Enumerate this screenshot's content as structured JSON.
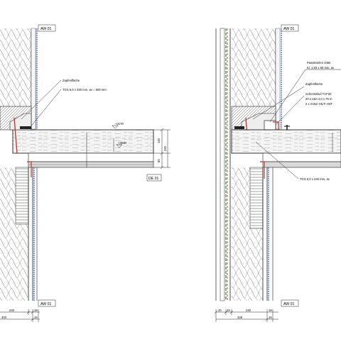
{
  "tags": {
    "wall_left_top": "AW 01",
    "wall_left_bottom": "AW 01",
    "deck_left": "DE 01",
    "wall_right_top": "AW 01",
    "wall_right_bottom": "AW 01"
  },
  "left_detail": {
    "callout_1": "Zapfenfläche",
    "callout_2": "TGS 6,0 x 240 mm, av = 500 mm",
    "level_top": "+3170",
    "level_mid": "+3030",
    "dim_right": [
      "140",
      "80",
      "220"
    ],
    "dim_bottom_row1": [
      "240",
      "18"
    ],
    "dim_bottom_row2": [
      "403",
      "15"
    ]
  },
  "right_detail": {
    "callout_osb_1": "Passstreifen OSB",
    "callout_osb_2": "Kl. 1.83 x 50 mm, av",
    "callout_zapfen": "Zapfenfläche",
    "callout_angle_1": "Scherwinkel TCF20",
    "callout_angle_2": "20 x LBA 4,0 x 75 m",
    "callout_angle_3": "2 x Anker HILTI HST",
    "callout_tgs": "TGS 6,0 x 240 mm, av",
    "dim_bottom_row1": [
      "40",
      "15",
      "240",
      "18"
    ],
    "dim_bottom_row2": [
      "328",
      "15"
    ]
  },
  "colors": {
    "insulation_red": "#c0392b",
    "membrane_blue": "#3b5bd6",
    "green_layer": "#2e8b3a",
    "line": "#222222"
  }
}
